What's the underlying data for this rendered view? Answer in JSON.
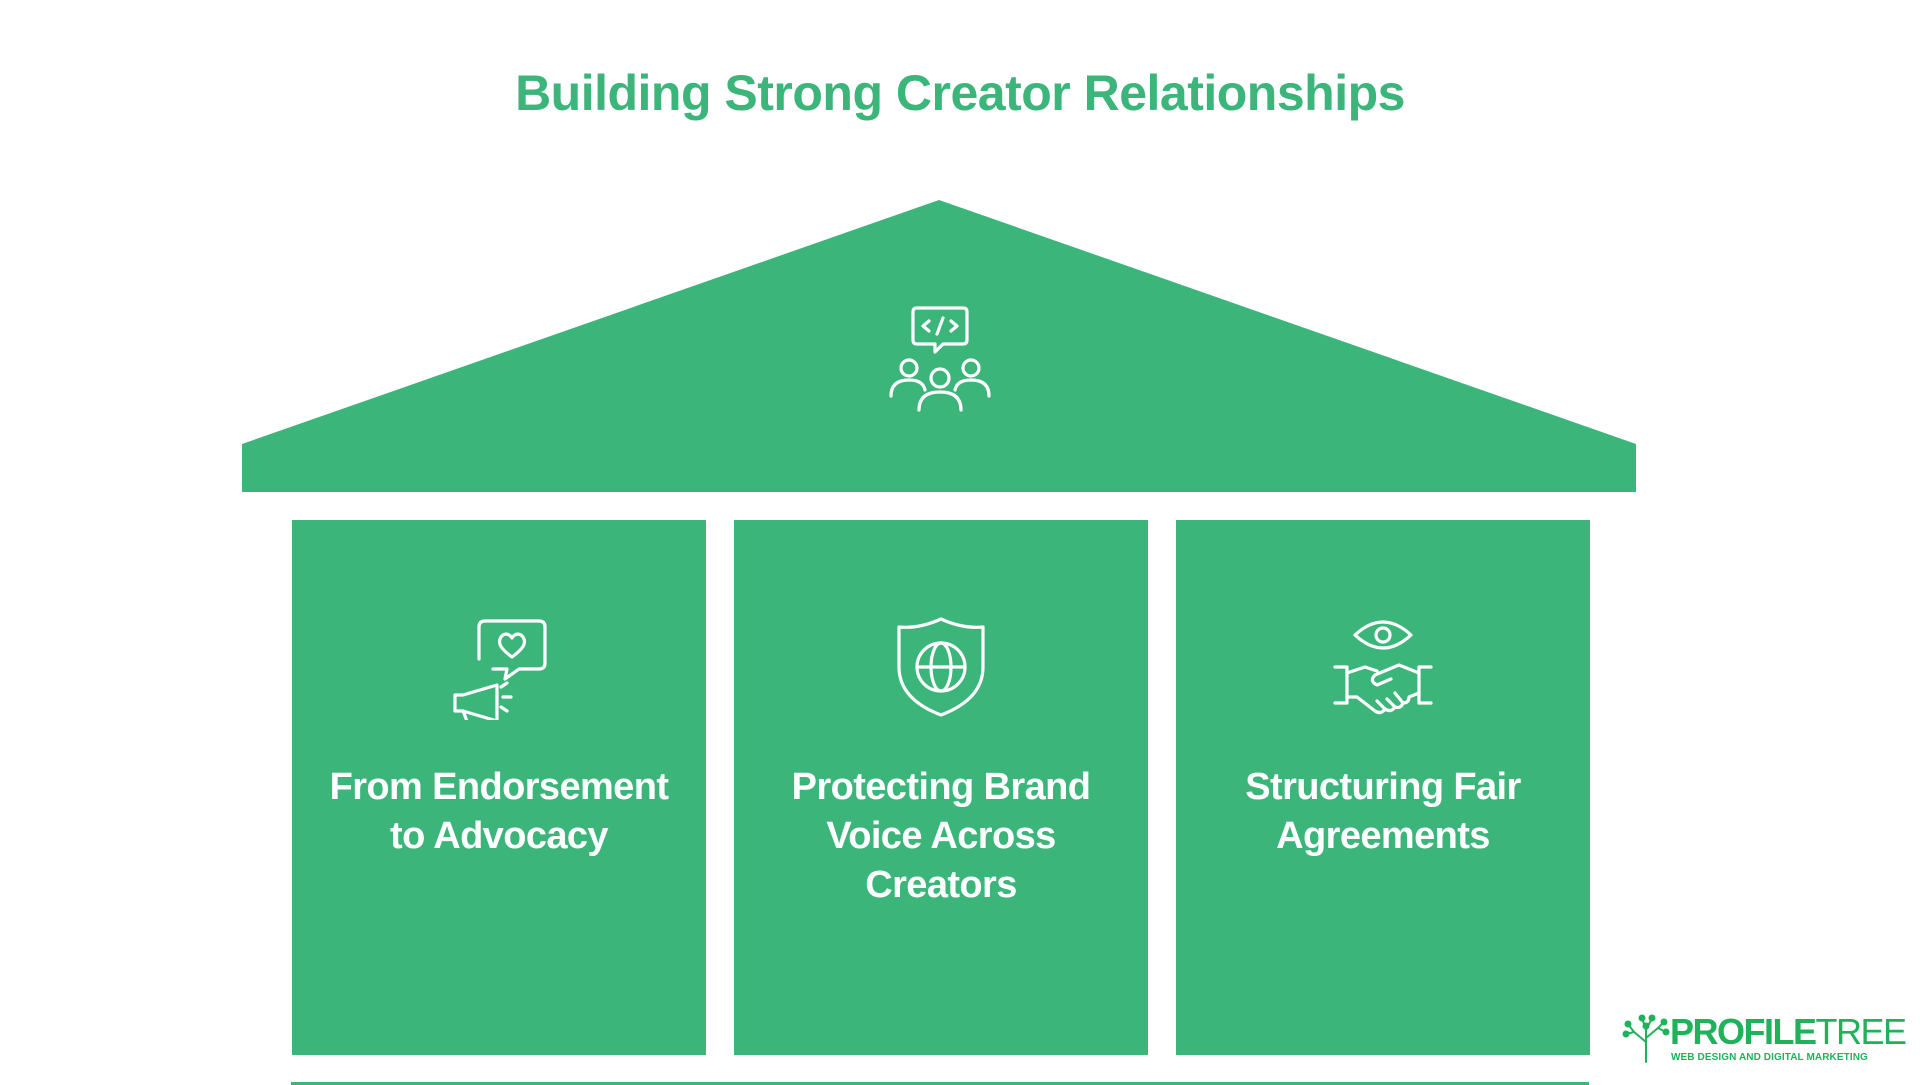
{
  "title": "Building Strong Creator Relationships",
  "colors": {
    "primary": "#3bb57a",
    "icon_stroke": "#ffffff",
    "logo": "#1fb25a"
  },
  "roof": {
    "icon": "community-code-icon"
  },
  "pillars": [
    {
      "label": "From Endorsement to Advocacy",
      "icon": "megaphone-heart-icon"
    },
    {
      "label": "Protecting Brand Voice Across Creators",
      "icon": "shield-globe-icon"
    },
    {
      "label": "Structuring Fair Agreements",
      "icon": "handshake-eye-icon"
    }
  ],
  "logo": {
    "brand_bold": "PROFILE",
    "brand_light": "TREE",
    "tagline": "WEB DESIGN AND DIGITAL MARKETING"
  }
}
